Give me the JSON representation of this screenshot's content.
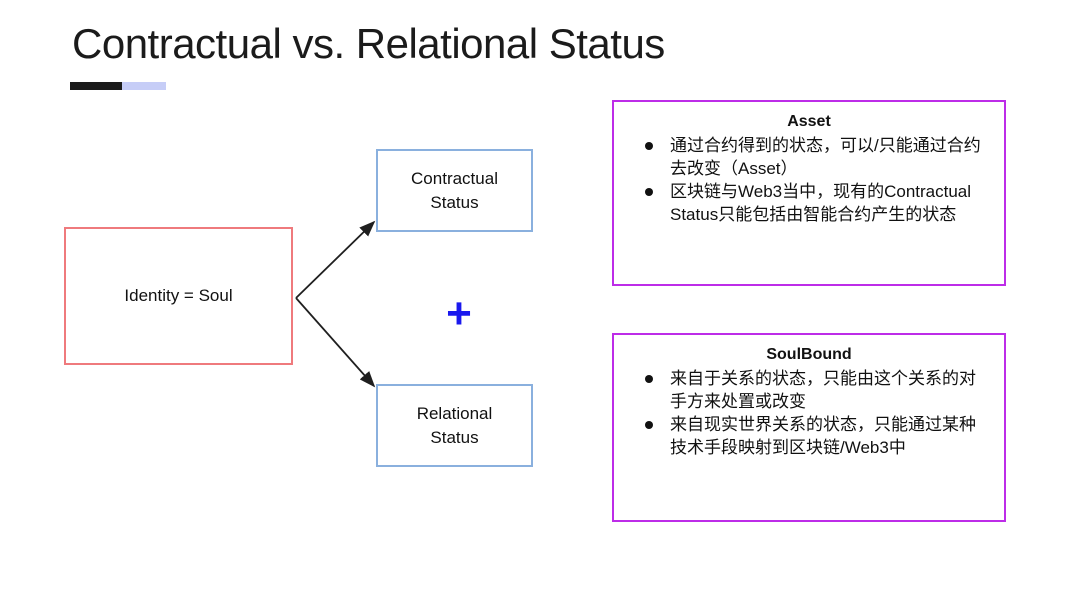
{
  "slide": {
    "title": "Contractual vs. Relational Status",
    "accent_dark": "#1b1b1b",
    "accent_light": "#c6cdf7",
    "background": "#ffffff"
  },
  "diagram": {
    "identity_box": {
      "label": "Identity = Soul",
      "border_color": "#ef7a7d"
    },
    "contractual_box": {
      "line1": "Contractual",
      "line2": "Status",
      "border_color": "#8ab0de"
    },
    "relational_box": {
      "line1": "Relational",
      "line2": "Status",
      "border_color": "#8ab0de"
    },
    "plus_symbol": {
      "label": "+",
      "color": "#1a18ee"
    },
    "arrow_color": "#1f1f1f"
  },
  "panels": [
    {
      "heading": "Asset",
      "border_color": "#bd2ce8",
      "bullets": [
        "通过合约得到的状态，可以/只能通过合约去改变（Asset）",
        "区块链与Web3当中，现有的Contractual Status只能包括由智能合约产生的状态"
      ]
    },
    {
      "heading": "SoulBound",
      "border_color": "#bd2ce8",
      "bullets": [
        "来自于关系的状态，只能由这个关系的对手方来处置或改变",
        "来自现实世界关系的状态，只能通过某种技术手段映射到区块链/Web3中"
      ]
    }
  ]
}
